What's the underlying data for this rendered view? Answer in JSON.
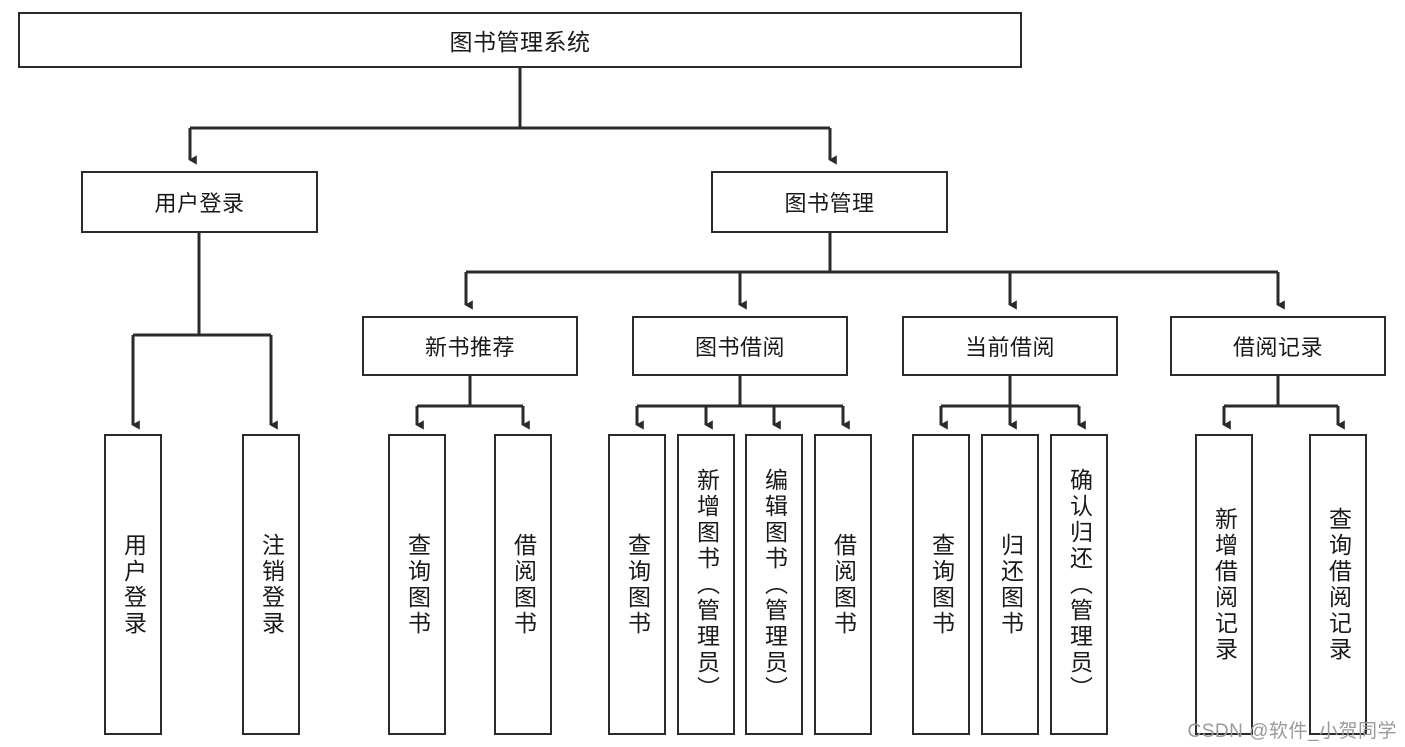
{
  "diagram": {
    "title": "图书管理系统",
    "type": "tree-hierarchy",
    "colors": {
      "box_border": "#2b2b2b",
      "box_fill": "#ffffff",
      "connector": "#2b2b2b",
      "text": "#1a1a1a",
      "watermark": "#9a9a9a"
    },
    "root": {
      "label": "图书管理系统"
    },
    "level2": [
      {
        "label": "用户登录"
      },
      {
        "label": "图书管理"
      }
    ],
    "level3": [
      {
        "label": "新书推荐"
      },
      {
        "label": "图书借阅"
      },
      {
        "label": "当前借阅"
      },
      {
        "label": "借阅记录"
      }
    ],
    "leaves": {
      "user_login": [
        {
          "label": "用户登录"
        },
        {
          "label": "注销登录"
        }
      ],
      "new_book_recommend": [
        {
          "label": "查询图书"
        },
        {
          "label": "借阅图书"
        }
      ],
      "book_borrow": [
        {
          "label": "查询图书"
        },
        {
          "label": "新增图书（管理员）"
        },
        {
          "label": "编辑图书（管理员）"
        },
        {
          "label": "借阅图书"
        }
      ],
      "current_borrow": [
        {
          "label": "查询图书"
        },
        {
          "label": "归还图书"
        },
        {
          "label": "确认归还（管理员）"
        }
      ],
      "borrow_records": [
        {
          "label": "新增借阅记录"
        },
        {
          "label": "查询借阅记录"
        }
      ]
    }
  },
  "watermark": {
    "text": "CSDN @软件_小贺同学"
  }
}
